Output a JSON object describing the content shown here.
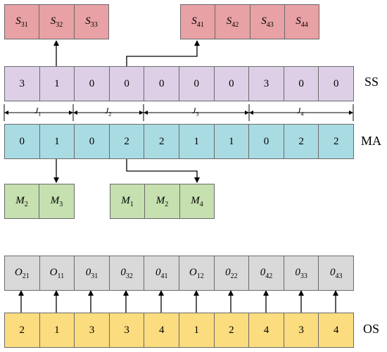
{
  "top_left_box": [
    "31",
    "32",
    "33"
  ],
  "top_right_box": [
    "41",
    "42",
    "43",
    "44"
  ],
  "ss": {
    "label": "SS",
    "values": [
      "3",
      "1",
      "0",
      "0",
      "0",
      "0",
      "0",
      "3",
      "0",
      "0"
    ]
  },
  "jobs": [
    {
      "name": "J",
      "sub": "1"
    },
    {
      "name": "J",
      "sub": "2"
    },
    {
      "name": "J",
      "sub": "3"
    },
    {
      "name": "J",
      "sub": "4"
    }
  ],
  "ma": {
    "label": "MA",
    "values": [
      "0",
      "1",
      "0",
      "2",
      "2",
      "1",
      "1",
      "0",
      "2",
      "2"
    ]
  },
  "machines_left": [
    "2",
    "3"
  ],
  "machines_right": [
    "1",
    "2",
    "4"
  ],
  "ops": [
    {
      "prefix": "O",
      "sub": "21"
    },
    {
      "prefix": "O",
      "sub": "11"
    },
    {
      "prefix": "0",
      "sub": "31"
    },
    {
      "prefix": "0",
      "sub": "32"
    },
    {
      "prefix": "0",
      "sub": "41"
    },
    {
      "prefix": "O",
      "sub": "12"
    },
    {
      "prefix": "0",
      "sub": "22"
    },
    {
      "prefix": "0",
      "sub": "42"
    },
    {
      "prefix": "0",
      "sub": "33"
    },
    {
      "prefix": "0",
      "sub": "43"
    }
  ],
  "os": {
    "label": "OS",
    "values": [
      "2",
      "1",
      "3",
      "3",
      "4",
      "1",
      "2",
      "4",
      "3",
      "4"
    ]
  },
  "colors": {
    "pink": "#e8a1a4",
    "purple": "#ddd0e6",
    "cyan": "#a9dbe3",
    "green": "#c6e0b0",
    "gray": "#d9d9d9",
    "yellow": "#fbdc7e"
  }
}
